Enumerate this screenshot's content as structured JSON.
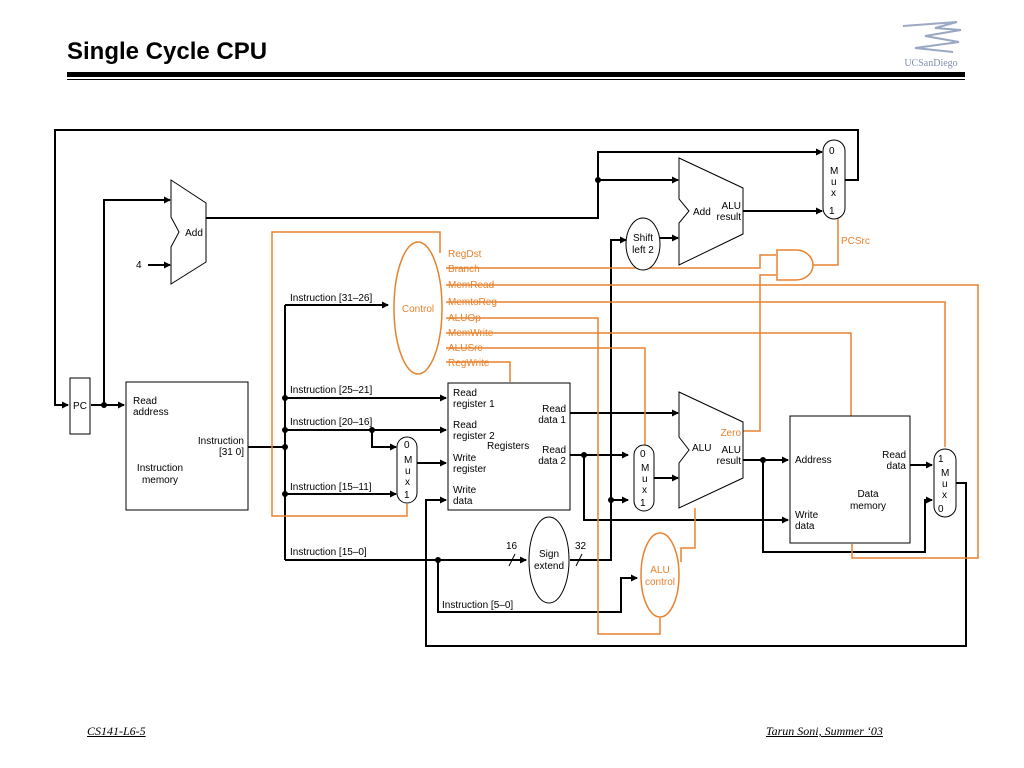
{
  "slide": {
    "title": "Single Cycle CPU",
    "logo_text": "UCSanDiego",
    "footer_left": "CS141-L6-5",
    "footer_right": "Tarun Soni, Summer ‘03"
  },
  "colors": {
    "datapath": "#000000",
    "control": "#e8822e",
    "logo": "#7f8fb0"
  },
  "diagram": {
    "pc": "PC",
    "add_pc": "Add",
    "const_four": "4",
    "imem": {
      "read": "Read",
      "address": "address",
      "instr1": "Instruction",
      "instr2": "[31    0]",
      "name1": "Instruction",
      "name2": "memory"
    },
    "control": "Control",
    "control_signals": [
      "RegDst",
      "Branch",
      "MemRead",
      "MemtoReg",
      "ALUOp",
      "MemWrite",
      "ALUSrc",
      "RegWrite"
    ],
    "instr_fields": {
      "f31_26": "Instruction [31–26]",
      "f25_21": "Instruction [25–21]",
      "f20_16": "Instruction [20–16]",
      "f15_11": "Instruction [15–11]",
      "f15_0": "Instruction [15–0]",
      "f5_0": "Instruction [5–0]"
    },
    "registers": {
      "rr1a": "Read",
      "rr1b": "register 1",
      "rr2a": "Read",
      "rr2b": "register 2",
      "wra": "Write",
      "wrb": "register",
      "wda": "Write",
      "wdb": "data",
      "rd1a": "Read",
      "rd1b": "data 1",
      "rd2a": "Read",
      "rd2b": "data 2",
      "name": "Registers"
    },
    "mux": {
      "m": "M",
      "u": "u",
      "x": "x",
      "zero": "0",
      "one": "1"
    },
    "shift_a": "Shift",
    "shift_b": "left 2",
    "add_branch": "Add",
    "add_result_a": "ALU",
    "add_result_b": "result",
    "alu": "ALU",
    "alu_zero": "Zero",
    "alu_result_a": "ALU",
    "alu_result_b": "result",
    "sign_extend_a": "Sign",
    "sign_extend_b": "extend",
    "width16": "16",
    "width32": "32",
    "alu_control_a": "ALU",
    "alu_control_b": "control",
    "pcsrc": "PCSrc",
    "dmem": {
      "address": "Address",
      "rd_a": "Read",
      "rd_b": "data",
      "wd_a": "Write",
      "wd_b": "data",
      "name_a": "Data",
      "name_b": "memory"
    }
  }
}
